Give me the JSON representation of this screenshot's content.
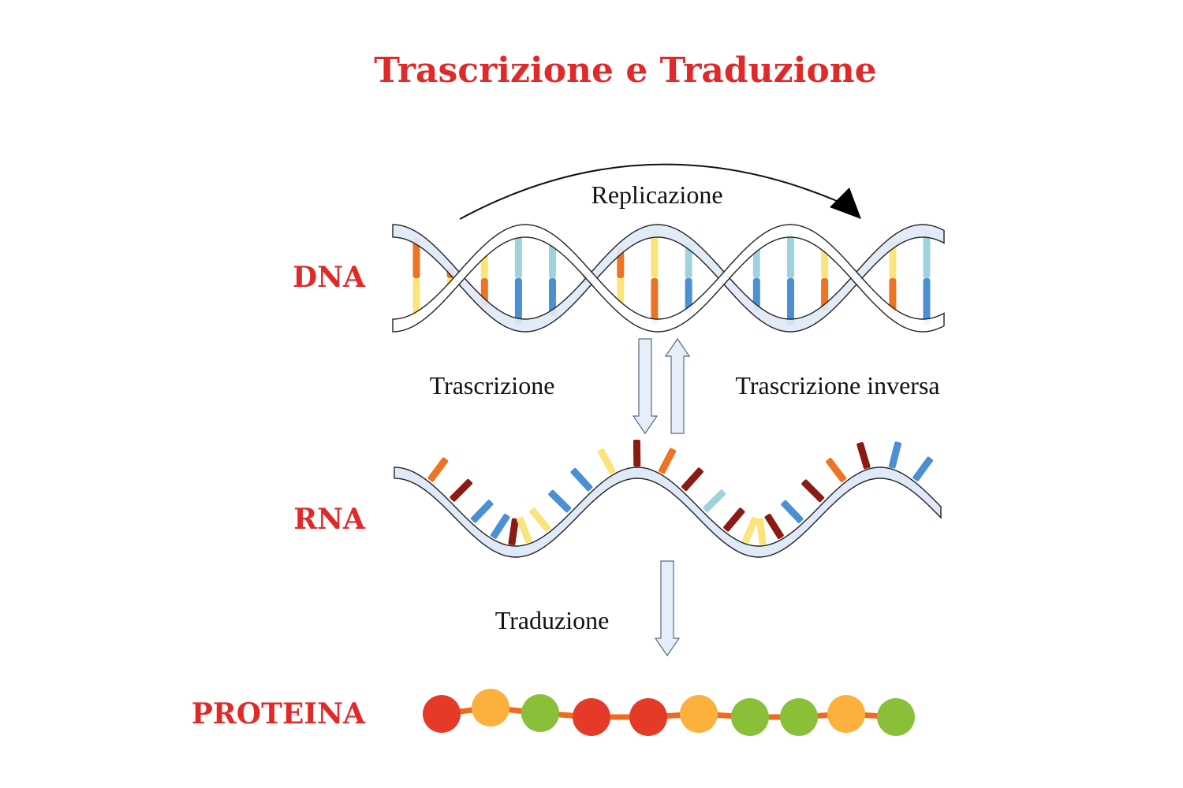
{
  "title": "Trascrizione e Traduzione",
  "labels": {
    "dna": "DNA",
    "rna": "RNA",
    "protein": "PROTEINA",
    "replication": "Replicazione",
    "transcription": "Trascrizione",
    "reverse_transcription": "Trascrizione inversa",
    "translation": "Traduzione"
  },
  "colors": {
    "label_red": "#e02a2a",
    "text_black": "#111111",
    "helix_fill": "#dfe9f7",
    "helix_stroke": "#222222",
    "arrow_fill": "#e6eefa",
    "arrow_stroke": "#5a6a80",
    "orange": "#ee7322",
    "yellow": "#fbe47a",
    "light_blue": "#9ed3dd",
    "blue": "#4a90d2",
    "dark_red": "#8b1a14",
    "bead_red": "#e43a27",
    "bead_orange": "#fbb13b",
    "bead_green": "#8abf3a",
    "link_orange": "#f06a20"
  },
  "protein_beads": [
    "bead_red",
    "bead_orange",
    "bead_green",
    "bead_red",
    "bead_red",
    "bead_orange",
    "bead_green",
    "bead_green",
    "bead_orange",
    "bead_green"
  ],
  "dna_pairs": [
    [
      "orange",
      "yellow"
    ],
    [
      "orange",
      "yellow"
    ],
    [
      "yellow",
      "orange"
    ],
    [
      "light_blue",
      "blue"
    ],
    [
      "light_blue",
      "blue"
    ],
    [
      "blue",
      "light_blue"
    ],
    [
      "orange",
      "yellow"
    ],
    [
      "yellow",
      "orange"
    ],
    [
      "light_blue",
      "blue"
    ],
    [
      "orange",
      "yellow"
    ],
    [
      "light_blue",
      "blue"
    ],
    [
      "light_blue",
      "blue"
    ],
    [
      "yellow",
      "orange"
    ],
    [
      "orange",
      "yellow"
    ],
    [
      "yellow",
      "orange"
    ],
    [
      "light_blue",
      "blue"
    ]
  ],
  "rna_bases": [
    "orange",
    "dark_red",
    "blue",
    "blue",
    "dark_red",
    "yellow",
    "yellow",
    "blue",
    "blue",
    "yellow",
    "dark_red",
    "orange",
    "dark_red",
    "light_blue",
    "dark_red",
    "yellow",
    "yellow",
    "dark_red",
    "blue",
    "dark_red",
    "orange",
    "dark_red",
    "blue",
    "blue"
  ]
}
